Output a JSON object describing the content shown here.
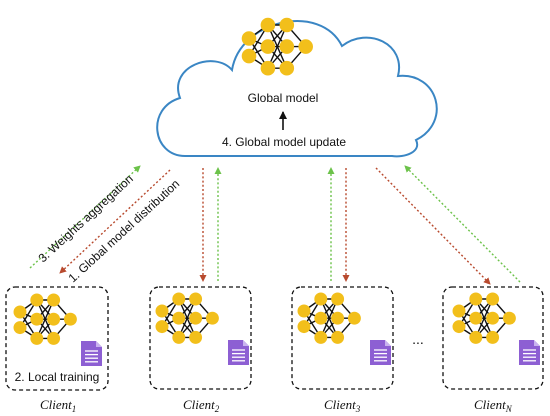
{
  "cloud": {
    "model_label": "Global model",
    "update_label": "4. Global model update"
  },
  "steps": {
    "aggregation": "3. Weights aggregation",
    "distribution": "1. Global model distribution",
    "local_training": "2. Local training"
  },
  "clients": [
    {
      "name": "Client",
      "subscript": "1"
    },
    {
      "name": "Client",
      "subscript": "2"
    },
    {
      "name": "Client",
      "subscript": "3"
    },
    {
      "name": "Client",
      "subscript": "N"
    }
  ],
  "ellipsis": "...",
  "colors": {
    "cloud_stroke": "#3a86c4",
    "node": "#f2bf1b",
    "doc": "#8d5fd3",
    "download_arrow": "#b84a2e",
    "upload_arrow": "#6cc24a",
    "edge": "#111111"
  },
  "icons": {
    "network": "neural-network-icon",
    "document": "document-icon"
  }
}
